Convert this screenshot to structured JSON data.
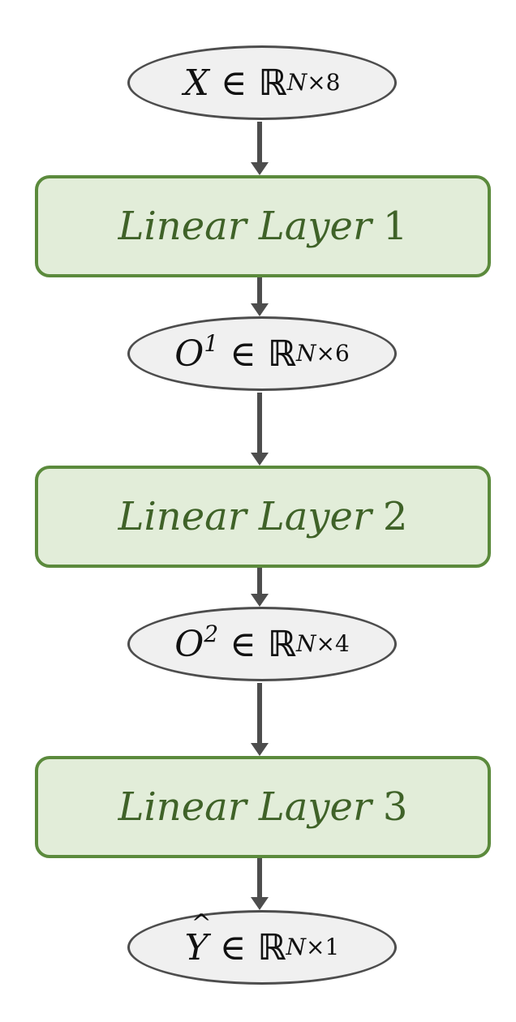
{
  "nodes": {
    "input": {
      "var": "X",
      "sup": "",
      "set": "ℝ",
      "dim_n": "N",
      "dim_rest": "×8"
    },
    "o1": {
      "var": "O",
      "sup": "1",
      "set": "ℝ",
      "dim_n": "N",
      "dim_rest": "×6"
    },
    "o2": {
      "var": "O",
      "sup": "2",
      "set": "ℝ",
      "dim_n": "N",
      "dim_rest": "×4"
    },
    "output": {
      "var": "Y",
      "sup": "",
      "set": "ℝ",
      "dim_n": "N",
      "dim_rest": "×1"
    }
  },
  "layers": [
    {
      "name": "Linear Layer",
      "num": "1"
    },
    {
      "name": "Linear Layer",
      "num": "2"
    },
    {
      "name": "Linear Layer",
      "num": "3"
    }
  ],
  "colors": {
    "ellipse_fill": "#f0f0f0",
    "ellipse_stroke": "#4d4d4d",
    "layer_fill": "#e2edd9",
    "layer_stroke": "#5b8a3c",
    "layer_text": "#3f6228",
    "arrow": "#4d4d4d"
  }
}
